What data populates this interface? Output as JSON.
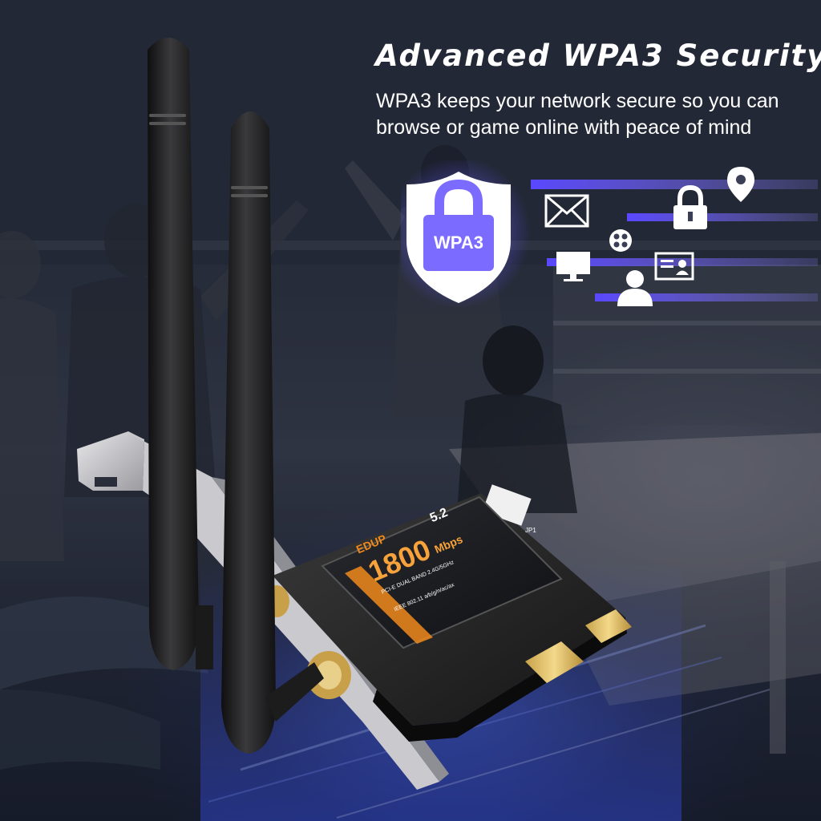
{
  "headline": "Advanced WPA3 Security",
  "subtext": "WPA3 keeps your network secure so you can browse or game online with peace of mind",
  "badge": {
    "label": "WPA3",
    "icon": "lock-shield-icon"
  },
  "security_icons": [
    "location-pin-icon",
    "mail-icon",
    "padlock-icon",
    "film-reel-icon",
    "monitor-icon",
    "id-card-icon",
    "user-icon"
  ],
  "card_label": {
    "brand": "EDUP",
    "speed": "1800",
    "speed_unit": "Mbps",
    "version": "5.2",
    "interface": "PCI-E DUAL BAND 2.4G/5GHz",
    "standard": "IEEE 802.11 a/b/g/n/ac/ax",
    "connector_label": "JP1"
  },
  "colors": {
    "accent_purple": "#7c6bff",
    "badge_glow": "#9a8cff",
    "label_orange": "#f08a1c",
    "background_dark": "#252a3a"
  }
}
